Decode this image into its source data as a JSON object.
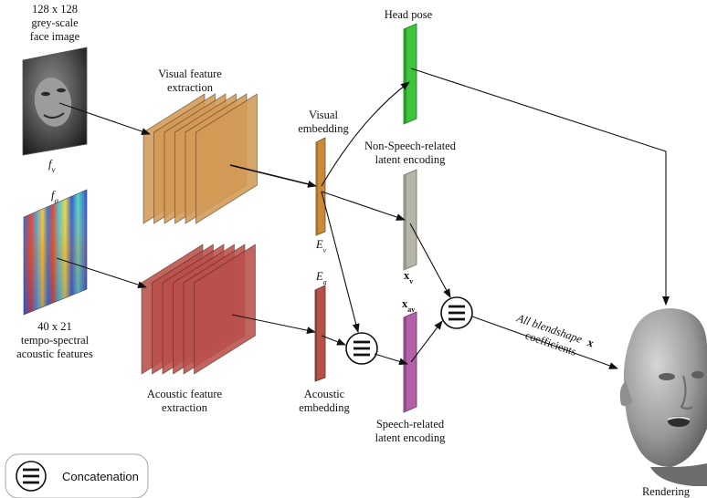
{
  "inputs": {
    "face": {
      "caption": [
        "128 x 128",
        "grey-scale",
        "face image"
      ],
      "symbol": "f",
      "subscript": "v"
    },
    "audio": {
      "caption": [
        "40 x 21",
        "tempo-spectral",
        "acoustic features"
      ],
      "symbol": "f",
      "subscript": "a"
    }
  },
  "blocks": {
    "visual_extraction": [
      "Visual feature",
      "extraction"
    ],
    "acoustic_extraction": [
      "Acoustic feature",
      "extraction"
    ]
  },
  "embeddings": {
    "visual": {
      "label": [
        "Visual",
        "embedding"
      ],
      "symbol": "E",
      "subscript": "v",
      "color": "#c8893a"
    },
    "acoustic": {
      "label": [
        "Acoustic",
        "embedding"
      ],
      "symbol": "E",
      "subscript": "a",
      "color": "#b5504a"
    }
  },
  "latents": {
    "head_pose": {
      "label": [
        "Head pose"
      ],
      "color": "#3cc43a"
    },
    "non_speech": {
      "label": [
        "Non-Speech-related",
        "latent encoding"
      ],
      "symbol": "x",
      "subscript": "v",
      "color": "#b7b4a8"
    },
    "speech": {
      "label": [
        "Speech-related",
        "latent encoding"
      ],
      "symbol": "x",
      "subscript": "av",
      "color": "#b261a8"
    }
  },
  "output": {
    "blendshape_label": [
      "All blendshape",
      "coefficients"
    ],
    "blendshape_symbol": "x",
    "rendering": "Rendering"
  },
  "legend": {
    "label": "Concatenation",
    "icon": "concatenation-icon"
  },
  "colors": {
    "visual_block": "#d29a55",
    "acoustic_block": "#b9504b",
    "arrow": "#111111"
  }
}
